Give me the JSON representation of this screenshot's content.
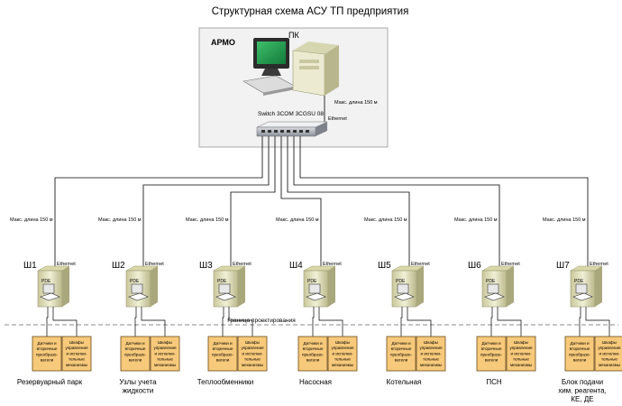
{
  "title": "Структурная схема АСУ ТП предприятия",
  "armo": {
    "label": "АРМО",
    "pc_label": "ПК",
    "switch_label": "Switch 3COM 3CGSU 08",
    "cable_note": "Макс. длина 150 м",
    "ethernet_label": "Ethernet"
  },
  "boundary_label": "Граница проектирования",
  "colors": {
    "cabinet_top": "#d8d8a8",
    "cabinet_body": "#e7e6c6",
    "box_fill": "#f7c97a",
    "box_border": "#6b4a1a",
    "room": "#f2f2f2"
  },
  "cabinets": [
    {
      "id": "Ш1",
      "cable_note": "Макс. длина 150 м",
      "ethernet": "Ethernet",
      "device": "PDE",
      "box_left": [
        "Датчики и",
        "вторичные",
        "преобразо-",
        "ватели"
      ],
      "box_right": [
        "Шкафы",
        "управления",
        "и исполни-",
        "тельные",
        "механизмы"
      ],
      "caption": [
        "Резервуарный парк"
      ]
    },
    {
      "id": "Ш2",
      "cable_note": "Макс. длина 150 м",
      "ethernet": "Ethernet",
      "device": "PDE",
      "box_left": [
        "Датчики и",
        "вторичные",
        "преобразо-",
        "ватели"
      ],
      "box_right": [
        "Шкафы",
        "управления",
        "и исполни-",
        "тельные",
        "механизмы"
      ],
      "caption": [
        "Узлы учета",
        "жидкости"
      ]
    },
    {
      "id": "Ш3",
      "cable_note": "Макс. длина 150 м",
      "ethernet": "Ethernet",
      "device": "PDE",
      "box_left": [
        "Датчики и",
        "вторичные",
        "преобразо-",
        "ватели"
      ],
      "box_right": [
        "Шкафы",
        "управления",
        "и исполни-",
        "тельные",
        "механизмы"
      ],
      "caption": [
        "Теплообменники"
      ]
    },
    {
      "id": "Ш4",
      "cable_note": "Макс. длина 150 м",
      "ethernet": "Ethernet",
      "device": "PDE",
      "box_left": [
        "Датчики и",
        "вторичные",
        "преобразо-",
        "ватели"
      ],
      "box_right": [
        "Шкафы",
        "управления",
        "и исполни-",
        "тельные",
        "механизмы"
      ],
      "caption": [
        "Насосная"
      ]
    },
    {
      "id": "Ш5",
      "cable_note": "Макс. длина 150 м",
      "ethernet": "Ethernet",
      "device": "PDE",
      "box_left": [
        "Датчики и",
        "вторичные",
        "преобразо-",
        "ватели"
      ],
      "box_right": [
        "Шкафы",
        "управления",
        "и исполни-",
        "тельные",
        "механизмы"
      ],
      "caption": [
        "Котельная"
      ]
    },
    {
      "id": "Ш6",
      "cable_note": "Макс. длина 150 м",
      "ethernet": "Ethernet",
      "device": "PDE",
      "box_left": [
        "Датчики и",
        "вторичные",
        "преобразо-",
        "ватели"
      ],
      "box_right": [
        "Шкафы",
        "управления",
        "и исполни-",
        "тельные",
        "механизмы"
      ],
      "caption": [
        "ПСН"
      ]
    },
    {
      "id": "Ш7",
      "cable_note": "Макс. длина 150 м",
      "ethernet": "Ethernet",
      "device": "PDE",
      "box_left": [
        "Датчики и",
        "вторичные",
        "преобразо-",
        "ватели"
      ],
      "box_right": [
        "Шкафы",
        "управления",
        "и исполни-",
        "тельные",
        "механизмы"
      ],
      "caption": [
        "Блок подачи",
        "хим. реагента,",
        "КЕ, ДЕ"
      ]
    }
  ]
}
